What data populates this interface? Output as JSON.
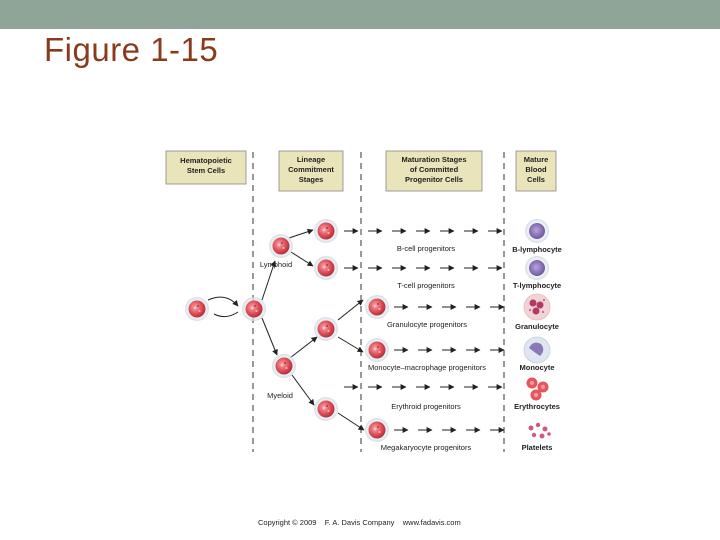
{
  "slide": {
    "title": "Figure 1-15",
    "accent_bar_color": "#8fa598",
    "title_color": "#8a3b1e"
  },
  "diagram": {
    "headers": {
      "stem": [
        "Hematopoietic",
        "Stem Cells"
      ],
      "lineage": [
        "Lineage",
        "Commitment",
        "Stages"
      ],
      "maturation": [
        "Maturation Stages",
        "of Committed",
        "Progenitor Cells"
      ],
      "mature": [
        "Mature",
        "Blood",
        "Cells"
      ]
    },
    "branches": {
      "lymphoid": "Lymphoid",
      "myeloid": "Myeloid"
    },
    "progenitors": [
      "B-cell progenitors",
      "T-cell progenitors",
      "Granulocyte progenitors",
      "Monocyte–macrophage progenitors",
      "Erythroid progenitors",
      "Megakaryocyte progenitors"
    ],
    "mature_cells": [
      "B-lymphocyte",
      "T-lymphocyte",
      "Granulocyte",
      "Monocyte",
      "Erythrocytes",
      "Platelets"
    ],
    "header_box_color": "#e9e4ba",
    "cell_color": "#e0525a",
    "lymphocyte_color": "#8e78b8"
  },
  "footer": {
    "copyright": "Copyright © 2009    F. A. Davis Company    www.fadavis.com"
  }
}
